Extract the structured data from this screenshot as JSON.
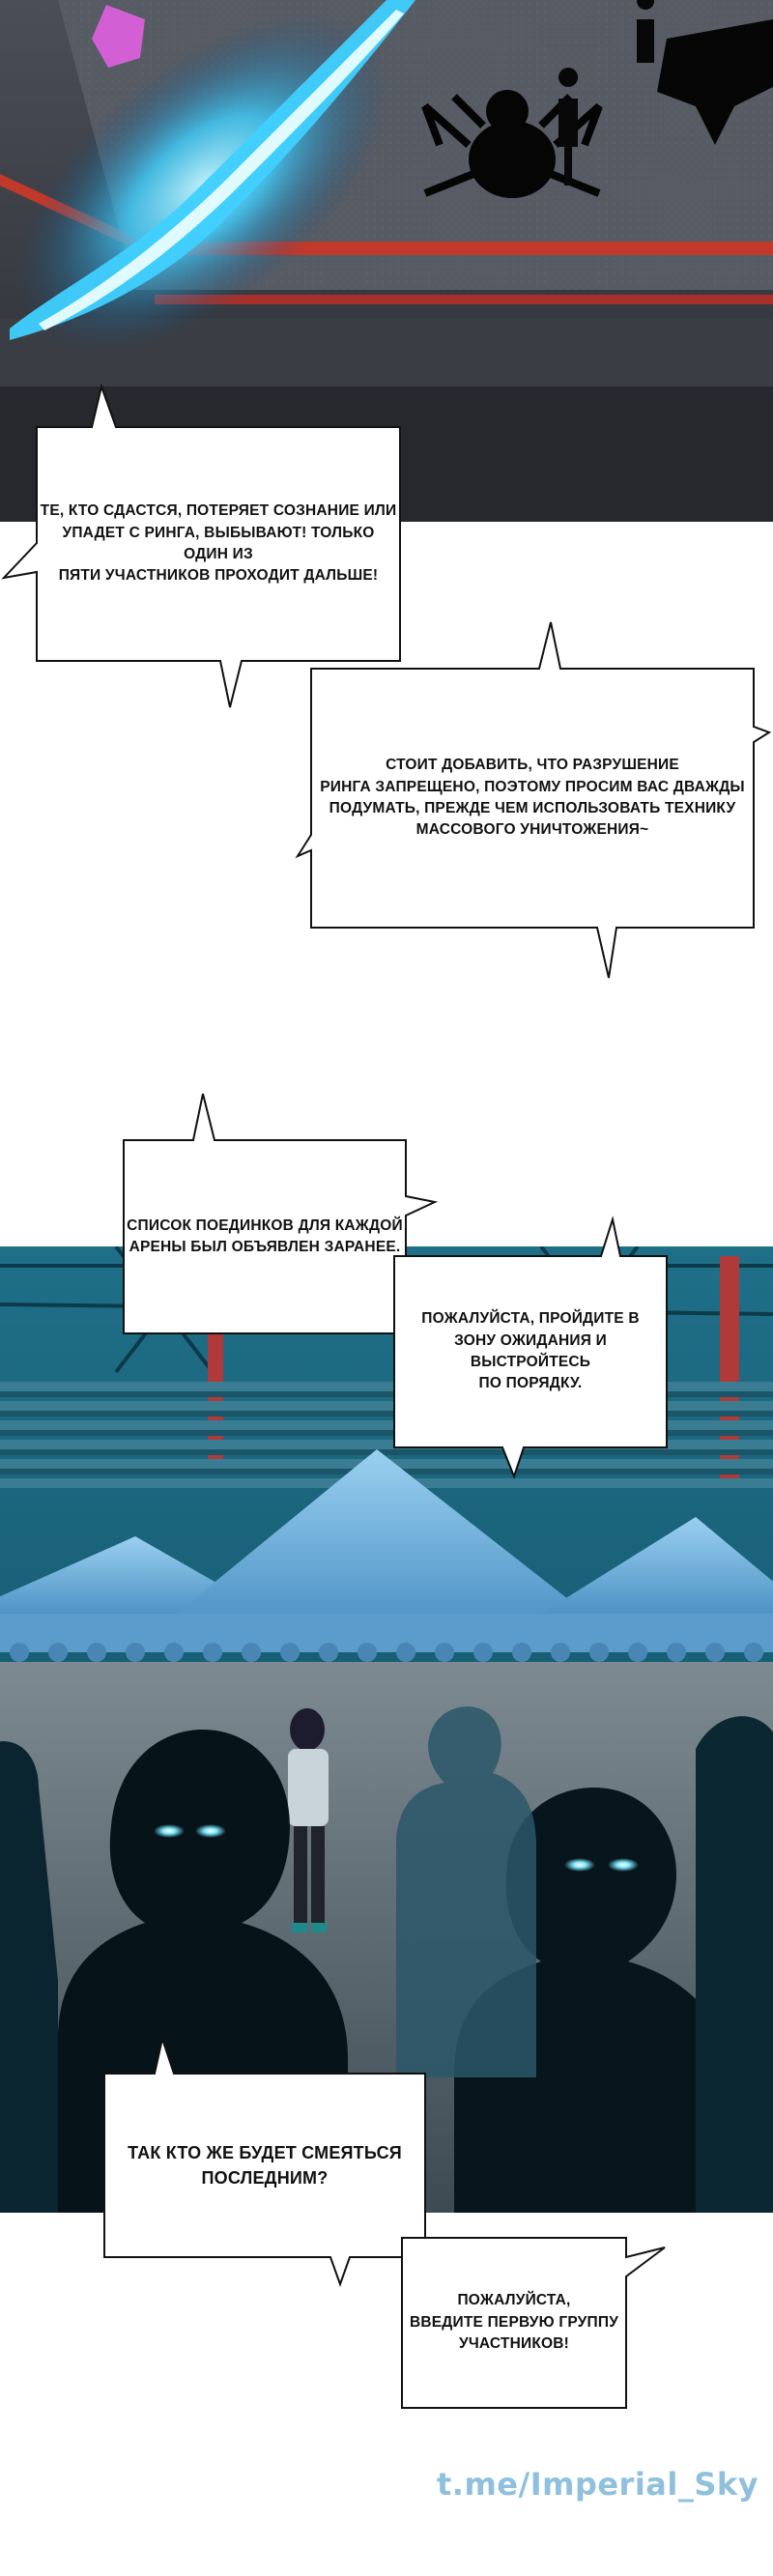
{
  "colors": {
    "sword_glow": "#3fd0ff",
    "ring_stripe": "#c0392b",
    "arena_tint": "#0d3f4f",
    "tent_blue": "#6fb3e0",
    "eye_glow": "#7fe8ff",
    "watermark": "#8fc0dd"
  },
  "bubbles": {
    "b1": {
      "line1": "ТЕ, КТО СДАСТСЯ, ПОТЕРЯЕТ СОЗНАНИЕ ИЛИ",
      "line2a": "УПАДЕТ С РИНГА, ВЫБЫВАЮТ!",
      "line2b": " ТОЛЬКО ОДИН ИЗ",
      "line3": "ПЯТИ УЧАСТНИКОВ ПРОХОДИТ ДАЛЬШЕ!"
    },
    "b2": {
      "line1": "СТОИТ ДОБАВИТЬ, ЧТО РАЗРУШЕНИЕ",
      "line2a": "РИНГА ЗАПРЕЩЕНО, ПОЭТОМУ",
      "line2b": " ПРОСИМ ВАС ДВАЖДЫ",
      "line3": "ПОДУМАТЬ, ПРЕЖДЕ ЧЕМ ИСПОЛЬЗОВАТЬ ТЕХНИКУ",
      "line4": "МАССОВОГО УНИЧТОЖЕНИЯ~"
    },
    "b3": {
      "line1": "СПИСОК ПОЕДИНКОВ ДЛЯ КАЖДОЙ",
      "line2": "АРЕНЫ БЫЛ ОБЪЯВЛЕН ЗАРАНЕЕ."
    },
    "b4": {
      "line1": "ПОЖАЛУЙСТА, ПРОЙДИТЕ В",
      "line2": "ЗОНУ ОЖИДАНИЯ И ВЫСТРОЙТЕСЬ",
      "line3": "ПО ПОРЯДКУ."
    },
    "b5": {
      "line1": "ТАК КТО ЖЕ БУДЕТ СМЕЯТЬСЯ",
      "line2": "ПОСЛЕДНИМ?"
    },
    "b6": {
      "line1": "ПОЖАЛУЙСТА,",
      "line2": "ВВЕДИТЕ ПЕРВУЮ ГРУППУ",
      "line3": "УЧАСТНИКОВ!"
    }
  },
  "watermark": "t.me/Imperial_Sky"
}
